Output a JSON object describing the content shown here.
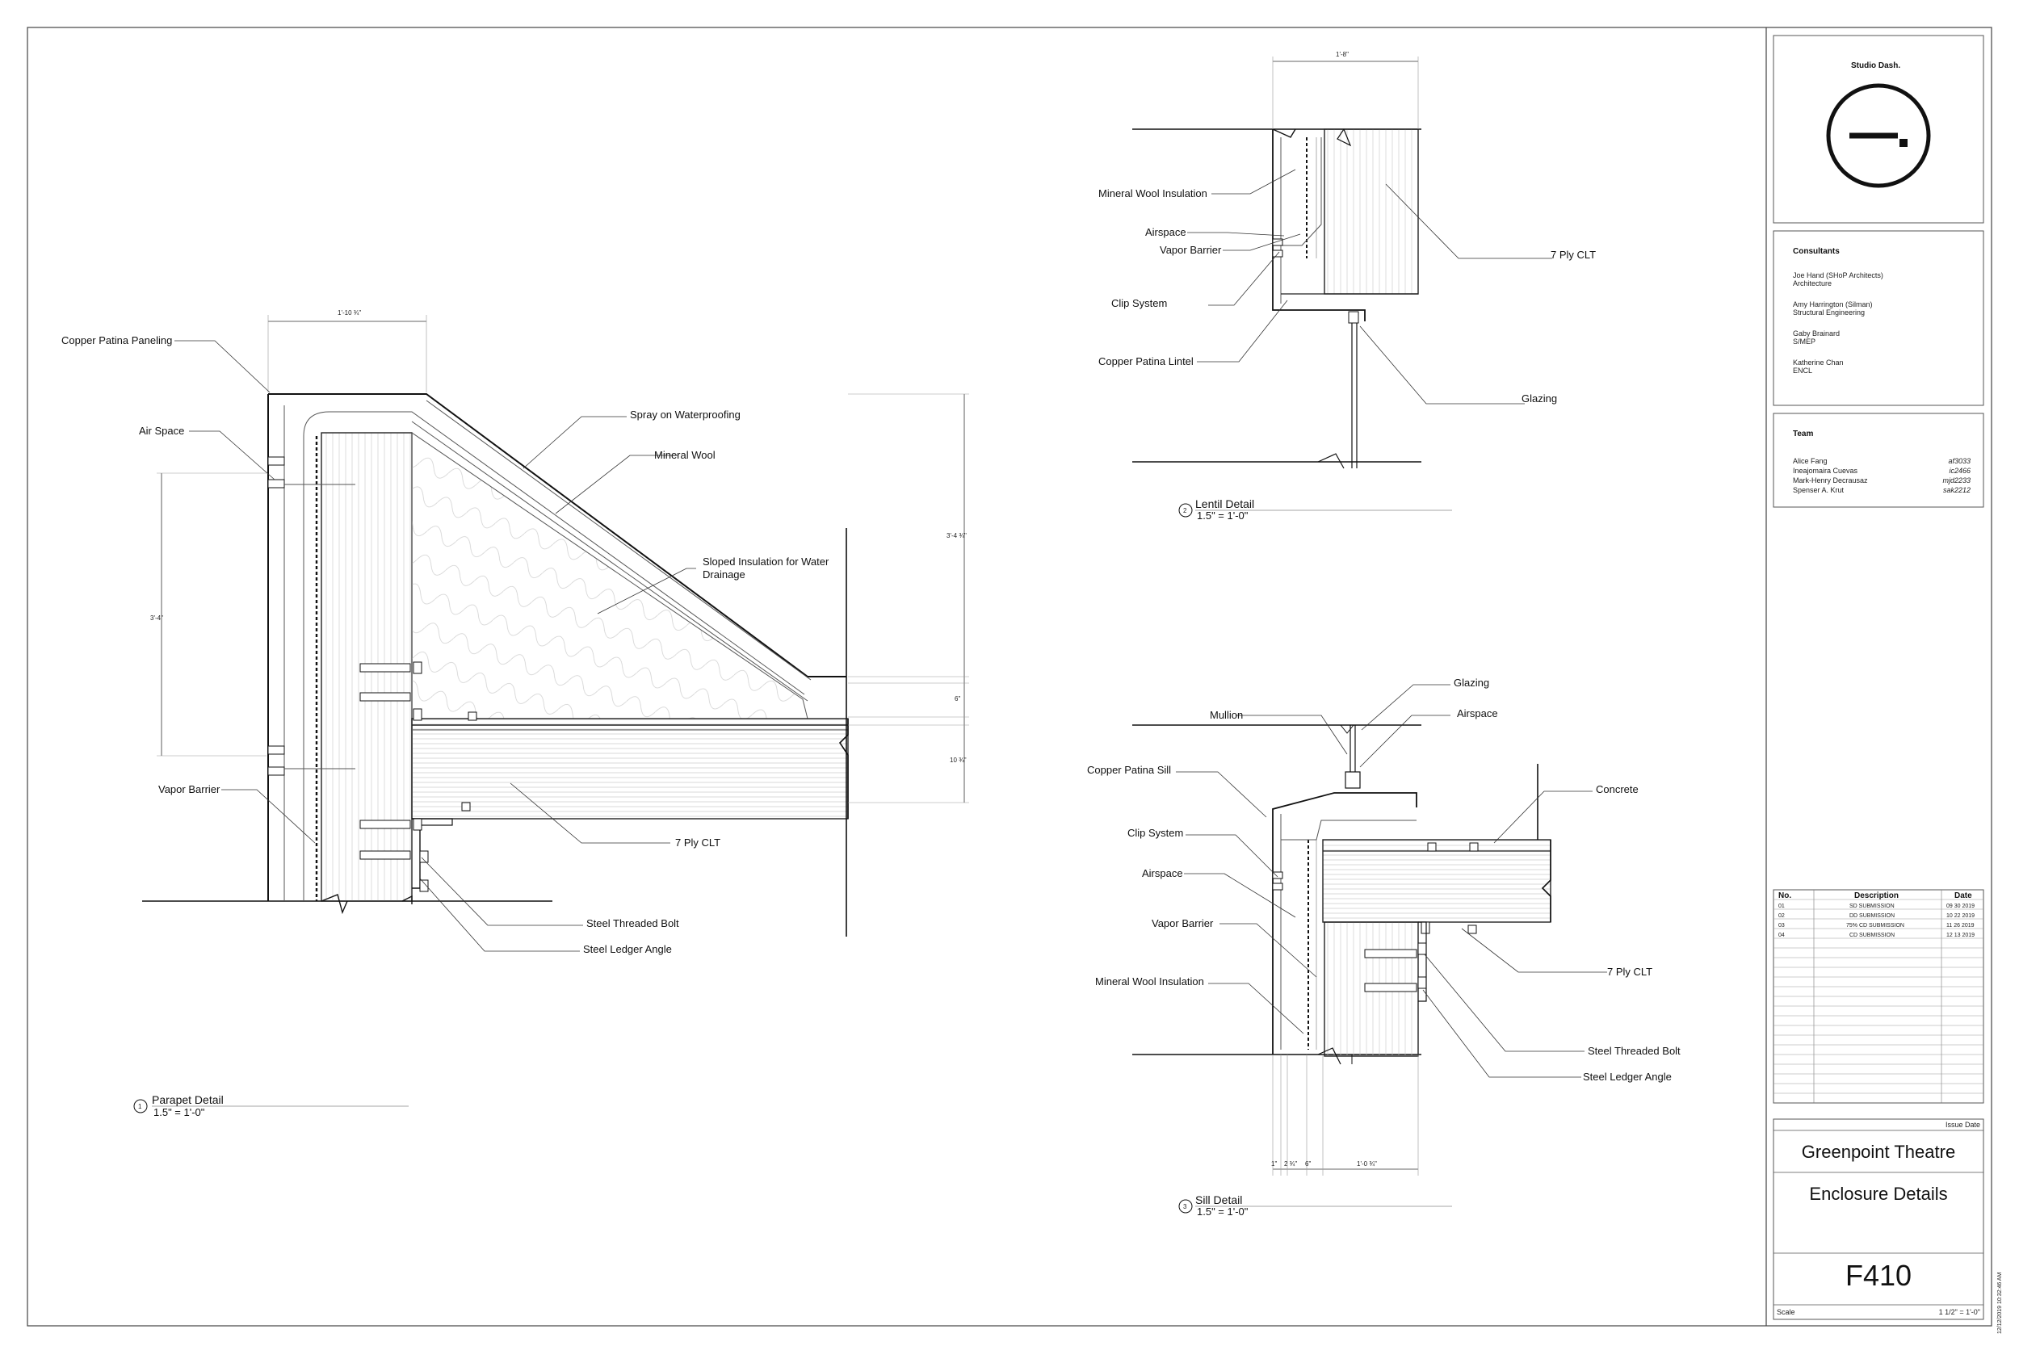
{
  "parapet": {
    "title": "Parapet Detail",
    "scale": "1.5\" = 1'-0\"",
    "number": "1",
    "labels": {
      "copper_patina_paneling": "Copper Patina Paneling",
      "air_space": "Air Space",
      "vapor_barrier": "Vapor Barrier",
      "spray_waterproofing": "Spray on Waterproofing",
      "mineral_wool": "Mineral Wool",
      "sloped_insulation_1": "Sloped Insulation for Water",
      "sloped_insulation_2": "Drainage",
      "clt": "7 Ply CLT",
      "bolt": "Steel Threaded Bolt",
      "angle": "Steel Ledger Angle"
    },
    "dims": {
      "top": "1'-10 ¾\"",
      "left": "3'-4\"",
      "right_top": "3'-4 ¾\"",
      "right_mid": "6\"",
      "right_bot": "10 ¾\""
    }
  },
  "lintel": {
    "title": "Lentil Detail",
    "scale": "1.5\" = 1'-0\"",
    "number": "2",
    "labels": {
      "mineral_wool": "Mineral Wool Insulation",
      "airspace": "Airspace",
      "vapor_barrier": "Vapor Barrier",
      "clip_system": "Clip System",
      "copper_lintel": "Copper Patina Lintel",
      "clt": "7 Ply CLT",
      "glazing": "Glazing"
    },
    "dims": {
      "top": "1'-8\""
    }
  },
  "sill": {
    "title": "Sill Detail",
    "scale": "1.5\" = 1'-0\"",
    "number": "3",
    "labels": {
      "glazing": "Glazing",
      "mullion": "Mullion",
      "airspace_top": "Airspace",
      "copper_sill": "Copper Patina Sill",
      "concrete": "Concrete",
      "clip_system": "Clip System",
      "airspace": "Airspace",
      "vapor_barrier": "Vapor Barrier",
      "clt": "7 Ply CLT",
      "mineral_wool": "Mineral Wool Insulation",
      "bolt": "Steel Threaded Bolt",
      "angle": "Steel Ledger Angle"
    },
    "dims": {
      "a": "1\"",
      "b": "2 ¾\"",
      "c": "6\"",
      "d": "1'-0 ¾\""
    }
  },
  "title_block": {
    "studio": "Studio Dash.",
    "consultants_heading": "Consultants",
    "consultants": [
      {
        "name": "Joe Hand (SHoP Architects)",
        "role": "Architecture"
      },
      {
        "name": "Amy Harrington (Silman)",
        "role": "Structural Engineering"
      },
      {
        "name": "Gaby Brainard",
        "role": "S/MEP"
      },
      {
        "name": "Katherine Chan",
        "role": "ENCL"
      }
    ],
    "team_heading": "Team",
    "team": [
      {
        "name": "Alice Fang",
        "uni": "af3033"
      },
      {
        "name": "Ineajomaira Cuevas",
        "uni": "ic2466"
      },
      {
        "name": "Mark-Henry Decrausaz",
        "uni": "mjd2233"
      },
      {
        "name": "Spenser A. Krut",
        "uni": "sak2212"
      }
    ],
    "rev_headers": {
      "no": "No.",
      "desc": "Description",
      "date": "Date"
    },
    "revisions": [
      {
        "no": "01",
        "desc": "SD SUBMISSION",
        "date": "09 30 2019"
      },
      {
        "no": "02",
        "desc": "DD SUBMISSION",
        "date": "10 22 2019"
      },
      {
        "no": "03",
        "desc": "75% CD SUBMISSION",
        "date": "11 26 2019"
      },
      {
        "no": "04",
        "desc": "CD SUBMISSION",
        "date": "12 13 2019"
      }
    ],
    "issue_date_label": "Issue Date",
    "project": "Greenpoint Theatre",
    "sheet_title": "Enclosure Details",
    "sheet_number": "F410",
    "scale_label": "Scale",
    "scale_value": "1 1/2\"  = 1'-0\"",
    "timestamp": "12/12/2019 10:32:46 AM"
  }
}
